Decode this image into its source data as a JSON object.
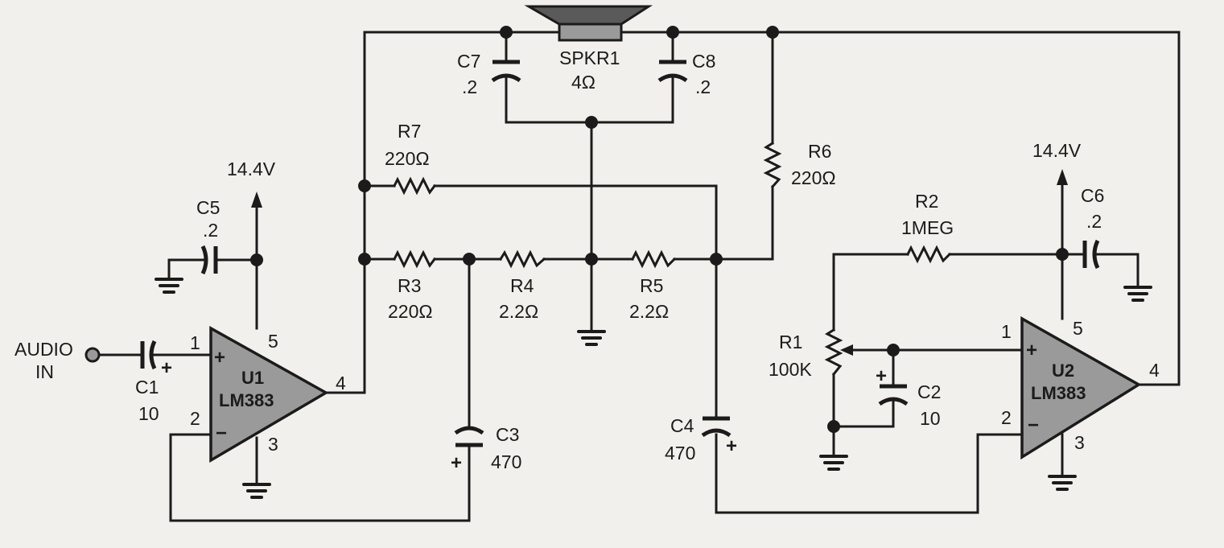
{
  "input": {
    "audio_label": "AUDIO",
    "in_label": "IN"
  },
  "supply": {
    "u1": "14.4V",
    "u2": "14.4V"
  },
  "components": {
    "c1": {
      "ref": "C1",
      "value": "10"
    },
    "c2": {
      "ref": "C2",
      "value": "10"
    },
    "c3": {
      "ref": "C3",
      "value": "470"
    },
    "c4": {
      "ref": "C4",
      "value": "470"
    },
    "c5": {
      "ref": "C5",
      "value": ".2"
    },
    "c6": {
      "ref": "C6",
      "value": ".2"
    },
    "c7": {
      "ref": "C7",
      "value": ".2"
    },
    "c8": {
      "ref": "C8",
      "value": ".2"
    },
    "r1": {
      "ref": "R1",
      "value": "100K"
    },
    "r2": {
      "ref": "R2",
      "value": "1MEG"
    },
    "r3": {
      "ref": "R3",
      "value": "220Ω"
    },
    "r4": {
      "ref": "R4",
      "value": "2.2Ω"
    },
    "r5": {
      "ref": "R5",
      "value": "2.2Ω"
    },
    "r6": {
      "ref": "R6",
      "value": "220Ω"
    },
    "r7": {
      "ref": "R7",
      "value": "220Ω"
    },
    "spkr": {
      "ref": "SPKR1",
      "value": "4Ω"
    },
    "u1": {
      "ref": "U1",
      "part": "LM383"
    },
    "u2": {
      "ref": "U2",
      "part": "LM383"
    }
  },
  "pins": {
    "u1": {
      "p1": "1",
      "p2": "2",
      "p3": "3",
      "p4": "4",
      "p5": "5"
    },
    "u2": {
      "p1": "1",
      "p2": "2",
      "p3": "3",
      "p4": "4",
      "p5": "5"
    }
  },
  "polarity": {
    "plus": "+",
    "minus": "−"
  }
}
